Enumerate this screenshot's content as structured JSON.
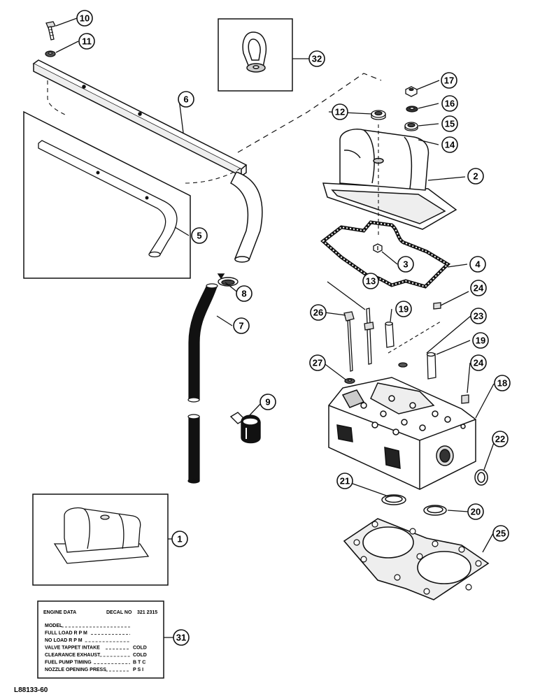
{
  "figure_code": "L88133-60",
  "callouts": [
    "1",
    "2",
    "3",
    "4",
    "5",
    "6",
    "7",
    "8",
    "9",
    "10",
    "11",
    "12",
    "13",
    "14",
    "15",
    "16",
    "17",
    "18",
    "19",
    "19",
    "20",
    "21",
    "22",
    "23",
    "24",
    "24",
    "25",
    "26",
    "27",
    "31",
    "32"
  ],
  "decal": {
    "title": "ENGINE DATA",
    "decal_label": "DECAL NO",
    "decal_number": "321 2315",
    "rows": [
      {
        "label": "MODEL",
        "value": ""
      },
      {
        "label": "FULL LOAD R P M",
        "value": ""
      },
      {
        "label": "NO LOAD R P M",
        "value": ""
      },
      {
        "label": "VALVE TAPPET  INTAKE",
        "value": "COLD"
      },
      {
        "label": "CLEARANCE  EXHAUST",
        "value": "COLD"
      },
      {
        "label": "FUEL PUMP TIMING",
        "value": "B T C"
      },
      {
        "label": "NOZZLE OPENING PRESS",
        "value": "P S I"
      }
    ]
  }
}
